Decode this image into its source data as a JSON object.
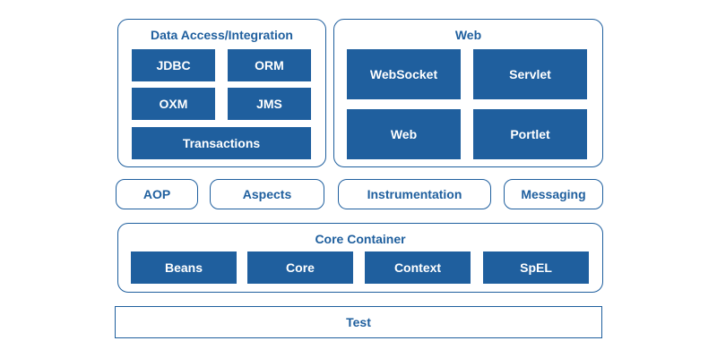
{
  "colors": {
    "primary": "#1f5f9e",
    "background": "#ffffff",
    "box_text": "#ffffff"
  },
  "data_access": {
    "title": "Data Access/Integration",
    "modules": [
      "JDBC",
      "ORM",
      "OXM",
      "JMS",
      "Transactions"
    ]
  },
  "web": {
    "title": "Web",
    "modules": [
      "WebSocket",
      "Servlet",
      "Web",
      "Portlet"
    ]
  },
  "middle": [
    "AOP",
    "Aspects",
    "Instrumentation",
    "Messaging"
  ],
  "core_container": {
    "title": "Core Container",
    "modules": [
      "Beans",
      "Core",
      "Context",
      "SpEL"
    ]
  },
  "test": "Test"
}
